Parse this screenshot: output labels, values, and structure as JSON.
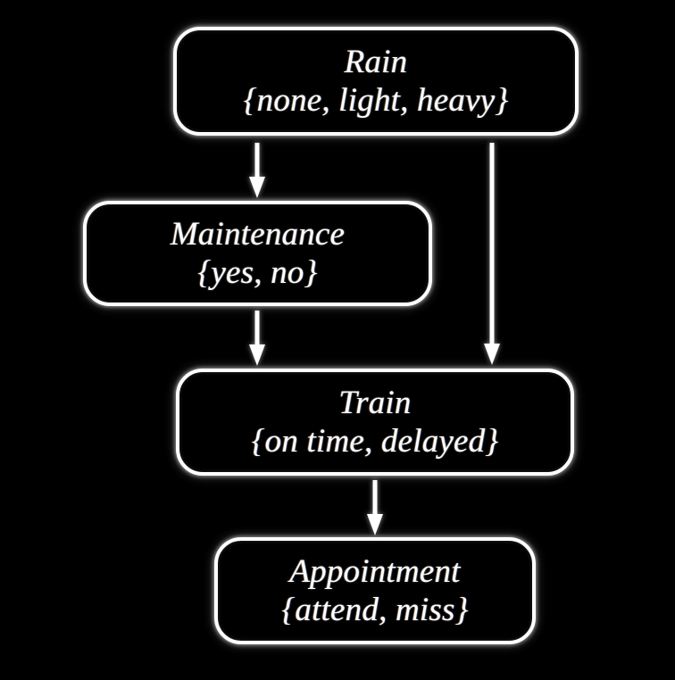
{
  "diagram": {
    "type": "bayesian-network-dag",
    "background_color": "#000000",
    "node_border_color": "#ffffff",
    "node_fill_color": "#000000",
    "text_color": "#ffffff",
    "edge_color": "#ffffff",
    "nodes": [
      {
        "id": "rain",
        "title": "Rain",
        "states": "{none, light, heavy}"
      },
      {
        "id": "maintenance",
        "title": "Maintenance",
        "states": "{yes, no}"
      },
      {
        "id": "train",
        "title": "Train",
        "states": "{on time, delayed}"
      },
      {
        "id": "appointment",
        "title": "Appointment",
        "states": "{attend, miss}"
      }
    ],
    "edges": [
      {
        "id": "rain-to-maintenance",
        "from": "Rain",
        "to": "Maintenance"
      },
      {
        "id": "rain-to-train",
        "from": "Rain",
        "to": "Train"
      },
      {
        "id": "maintenance-to-train",
        "from": "Maintenance",
        "to": "Train"
      },
      {
        "id": "train-to-appointment",
        "from": "Train",
        "to": "Appointment"
      }
    ]
  }
}
